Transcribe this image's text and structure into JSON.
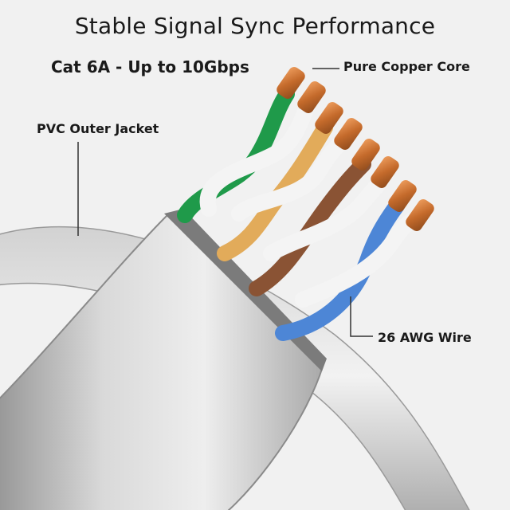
{
  "title": "Stable Signal Sync Performance",
  "subtitle": "Cat  6A - Up to 10Gbps",
  "labels": {
    "copper_core": "Pure Copper Core",
    "outer_jacket": "PVC Outer Jacket",
    "wire_gauge": "26 AWG Wire"
  },
  "colors": {
    "background": "#f1f1f1",
    "jacket": "#c9c9c9",
    "green": "#1f9a4a",
    "orange": "#e2ab5a",
    "brown": "#8a5334",
    "blue": "#4d86d6",
    "white_wire": "#f4f4f4",
    "copper": "#cf7a3c"
  }
}
